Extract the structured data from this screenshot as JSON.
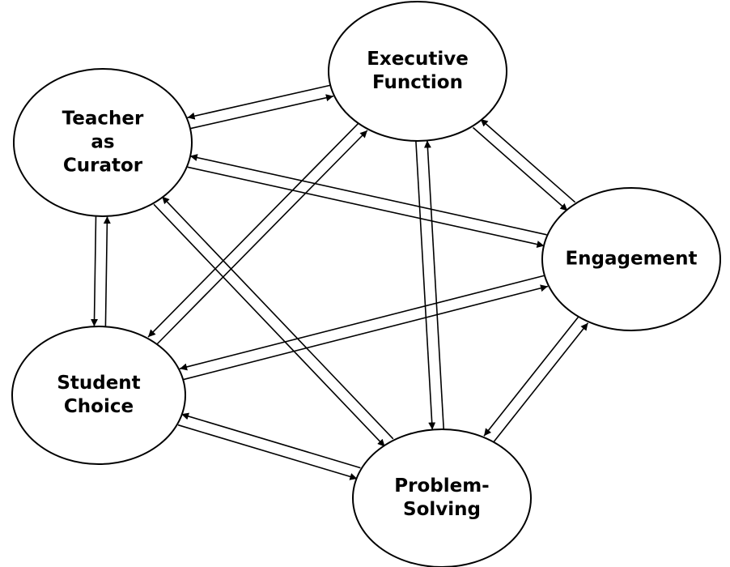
{
  "diagram": {
    "nodes": [
      {
        "id": "executive-function",
        "lines": [
          "Executive",
          "Function"
        ]
      },
      {
        "id": "teacher-as-curator",
        "lines": [
          "Teacher",
          "as",
          "Curator"
        ]
      },
      {
        "id": "engagement",
        "lines": [
          "Engagement"
        ]
      },
      {
        "id": "student-choice",
        "lines": [
          "Student",
          "Choice"
        ]
      },
      {
        "id": "problem-solving",
        "lines": [
          "Problem-",
          "Solving"
        ]
      }
    ],
    "edges": [
      {
        "from": "teacher-as-curator",
        "to": "executive-function"
      },
      {
        "from": "executive-function",
        "to": "teacher-as-curator"
      },
      {
        "from": "executive-function",
        "to": "engagement"
      },
      {
        "from": "engagement",
        "to": "executive-function"
      },
      {
        "from": "executive-function",
        "to": "student-choice"
      },
      {
        "from": "student-choice",
        "to": "executive-function"
      },
      {
        "from": "executive-function",
        "to": "problem-solving"
      },
      {
        "from": "problem-solving",
        "to": "executive-function"
      },
      {
        "from": "teacher-as-curator",
        "to": "engagement"
      },
      {
        "from": "engagement",
        "to": "teacher-as-curator"
      },
      {
        "from": "teacher-as-curator",
        "to": "student-choice"
      },
      {
        "from": "student-choice",
        "to": "teacher-as-curator"
      },
      {
        "from": "teacher-as-curator",
        "to": "problem-solving"
      },
      {
        "from": "problem-solving",
        "to": "teacher-as-curator"
      },
      {
        "from": "engagement",
        "to": "student-choice"
      },
      {
        "from": "student-choice",
        "to": "engagement"
      },
      {
        "from": "engagement",
        "to": "problem-solving"
      },
      {
        "from": "problem-solving",
        "to": "engagement"
      },
      {
        "from": "student-choice",
        "to": "problem-solving"
      },
      {
        "from": "problem-solving",
        "to": "student-choice"
      }
    ],
    "colors": {
      "stroke": "#000000",
      "fill": "#ffffff"
    }
  }
}
